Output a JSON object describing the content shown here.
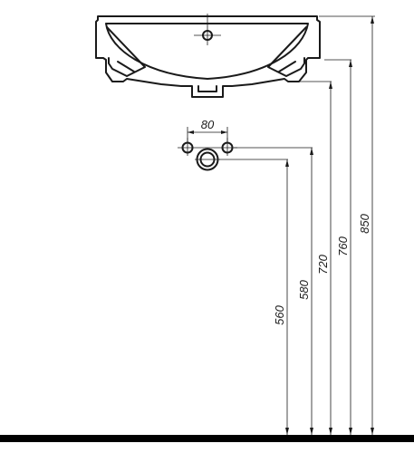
{
  "dimensions": {
    "horizontal": {
      "label": "80",
      "value": 80
    },
    "vertical": [
      {
        "label": "560",
        "value": 560
      },
      {
        "label": "580",
        "value": 580
      },
      {
        "label": "720",
        "value": 720
      },
      {
        "label": "760",
        "value": 760
      },
      {
        "label": "850",
        "value": 850
      }
    ]
  },
  "colors": {
    "line": "#1a1a1a",
    "floor": "#000000",
    "background": "#ffffff"
  }
}
